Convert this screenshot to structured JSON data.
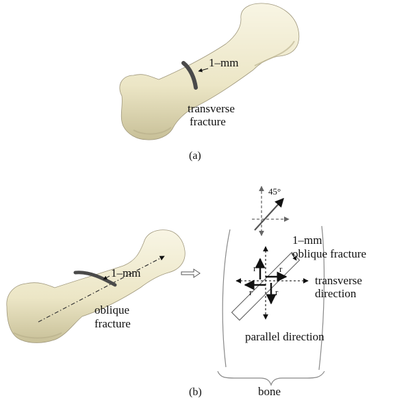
{
  "panel_a": {
    "caption": "(a)",
    "gap_label": "1–mm",
    "fracture_label_line1": "transverse",
    "fracture_label_line2": "fracture"
  },
  "panel_b": {
    "caption": "(b)",
    "gap_label": "1–mm",
    "fracture_label_line1": "oblique",
    "fracture_label_line2": "fracture",
    "angle_label": "45°",
    "inset": {
      "gap_label": "1–mm",
      "fracture_label": "oblique fracture",
      "transverse_label_line1": "transverse",
      "transverse_label_line2": "direction",
      "parallel_label": "parallel direction",
      "r_label": "r",
      "bone_label": "bone"
    }
  },
  "colors": {
    "bone_fill": "#efeacb",
    "bone_shadow": "#c9c29a",
    "fracture": "#4a4a4a"
  }
}
